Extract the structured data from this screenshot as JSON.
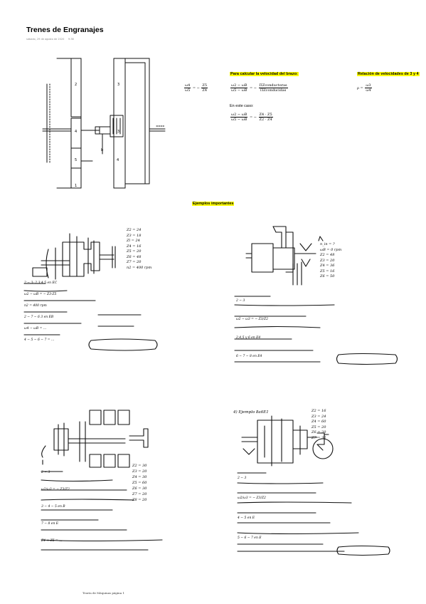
{
  "doc": {
    "title": "Trenes de Engranajes",
    "date": "sábado, 29 de agosto de 2020",
    "time": "9:38",
    "footer": "Teoría de Máquinas página 1"
  },
  "headings": {
    "brazo": "Para calcular la velocidad del brazo:",
    "relacion": "Relación de velocidades de 3 y 4",
    "ejemplos": "Ejemplos importantes"
  },
  "schematic_labels": {
    "g2": "2",
    "g4": "4",
    "g5": "5",
    "g3a": "3",
    "g3b": "3",
    "gear_b": "b",
    "shaft_bottom": "1",
    "shaft_left": "4"
  },
  "formulas": {
    "f1_lhs_num": "ω4",
    "f1_lhs_den": "ω5",
    "f1_rhs_num": "Z5",
    "f1_rhs_den": "Z4",
    "f2_lhs_num": "ω2 − ωB",
    "f2_lhs_den": "ω5 − ωB",
    "f2_rhs_num": "ΠZconductoras",
    "f2_rhs_den": "ΠZconducidas",
    "caso_label": "En este caso:",
    "f3_lhs_num": "ω2 − ωB",
    "f3_lhs_den": "ω5 − ωB",
    "f3_rhs_num": "Z4 · Z5",
    "f3_rhs_den": "Z2 · Z4",
    "f4_lhs": "ρ =",
    "f4_num": "ω3",
    "f4_den": "ω4"
  },
  "handwritten": {
    "ex1_data": [
      "Z2 = 24",
      "Z3 = 18",
      "Zl = 24",
      "Z4 = 16",
      "Z5 = 20",
      "Z6 = 48",
      "Z7 = 20",
      "n2 = 400 rpm"
    ],
    "ex1_lines": [
      "2 − 3: 2,3,4,5 en EC",
      "ω2 − ωB = − Z3·Z5",
      "n2 = 400 rpm",
      "2 − 7 − 6  3 en EB",
      "ω4 − ωB = ...",
      "4 − 5 − 6 − 7 = ..."
    ],
    "ex2_data": [
      "n_in = ?",
      "ωB = 0 rpm",
      "Z2 = 48",
      "Z3 = 20",
      "Z4 = 36",
      "Z5 = 16",
      "Z6 = 50"
    ],
    "ex2_lines": [
      "2 − 3",
      "ω2 − ω3 = − Z3/Z2",
      "2,4,5 y 6 en E4",
      "6 − 7 − 8 en E4"
    ],
    "ex3_data": [
      "Z2 = 30",
      "Z3 = 20",
      "Z4 = 30",
      "Z5 = 60",
      "Z6 = 30",
      "Z7 = 20",
      "Z8 = 20"
    ],
    "ex3_lines": [
      "2 − 3",
      "ω2/ω3 = − Z3/Z2",
      "3 − 4 − 5 en B",
      "7 − 8 en E",
      "Z4 + Z5 = ..."
    ],
    "ex4_title": "4) Ejemplo 8a6E1",
    "ex4_data": [
      "Z2 = 16",
      "Z3 = 24",
      "Z4 = 60",
      "Z5 = 20",
      "Z6 = 20",
      "Z7 = 32"
    ],
    "ex4_lines": [
      "2 − 3",
      "ω2/ω3 = − Z3/Z2",
      "4 − 5 en E",
      "5 − 6 − 7 en E"
    ]
  }
}
